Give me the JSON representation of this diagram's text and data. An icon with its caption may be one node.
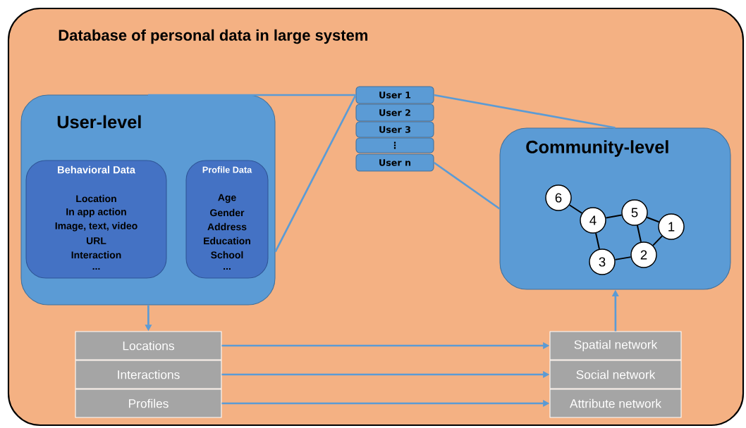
{
  "diagram": {
    "nodes": [
      {
        "text": [
          "Database of personal data in large system"
        ]
      },
      {
        "text": [
          "User-level"
        ],
        "in": 0
      },
      {
        "text": [
          "Behavioral Data",
          "Location",
          "In app action",
          "Image, text, video",
          "URL",
          "Interaction",
          "..."
        ],
        "in": 1
      },
      {
        "text": [
          "Profile Data",
          "Age",
          "Gender",
          "Address",
          "Education",
          "School",
          "..."
        ],
        "in": 1
      },
      {
        "text": [
          "User 1"
        ],
        "in": 0
      },
      {
        "text": [
          "User 2"
        ],
        "in": 0
      },
      {
        "text": [
          "User 3"
        ],
        "in": 0
      },
      {
        "text": [
          "⋮"
        ],
        "in": 0
      },
      {
        "text": [
          "User n"
        ],
        "in": 0
      },
      {
        "text": [
          "Community-level"
        ],
        "in": 0
      },
      {
        "text": [
          "6"
        ],
        "in": 9
      },
      {
        "text": [
          "4"
        ],
        "in": 9
      },
      {
        "text": [
          "5"
        ],
        "in": 9
      },
      {
        "text": [
          "1"
        ],
        "in": 9
      },
      {
        "text": [
          "3"
        ],
        "in": 9
      },
      {
        "text": [
          "2"
        ],
        "in": 9
      },
      {
        "text": [
          "Locations"
        ],
        "in": 0
      },
      {
        "text": [
          "Interactions"
        ],
        "in": 0
      },
      {
        "text": [
          "Profiles"
        ],
        "in": 0
      },
      {
        "text": [
          "Spatial network"
        ],
        "in": 0
      },
      {
        "text": [
          "Social network"
        ],
        "in": 0
      },
      {
        "text": [
          "Attribute network"
        ],
        "in": 0
      }
    ],
    "edges": [
      {
        "from": 1,
        "to": 4,
        "arrow": "none"
      },
      {
        "from": 1,
        "to": 4,
        "arrow": "none"
      },
      {
        "from": 4,
        "to": 9,
        "arrow": "none"
      },
      {
        "from": 8,
        "to": 9,
        "arrow": "none"
      },
      {
        "from": 1,
        "to": 16,
        "arrow": "to"
      },
      {
        "from": 16,
        "to": 19,
        "arrow": "to"
      },
      {
        "from": 17,
        "to": 20,
        "arrow": "to"
      },
      {
        "from": 18,
        "to": 21,
        "arrow": "to"
      },
      {
        "from": 19,
        "to": 9,
        "arrow": "to"
      },
      {
        "from": 10,
        "to": 11,
        "arrow": "none",
        "color": "#000000"
      },
      {
        "from": 11,
        "to": 12,
        "arrow": "none",
        "color": "#000000"
      },
      {
        "from": 12,
        "to": 13,
        "arrow": "none",
        "color": "#000000"
      },
      {
        "from": 12,
        "to": 15,
        "arrow": "none",
        "color": "#000000"
      },
      {
        "from": 13,
        "to": 15,
        "arrow": "none",
        "color": "#000000"
      },
      {
        "from": 11,
        "to": 14,
        "arrow": "none",
        "color": "#000000"
      },
      {
        "from": 14,
        "to": 15,
        "arrow": "none",
        "color": "#000000"
      }
    ]
  }
}
